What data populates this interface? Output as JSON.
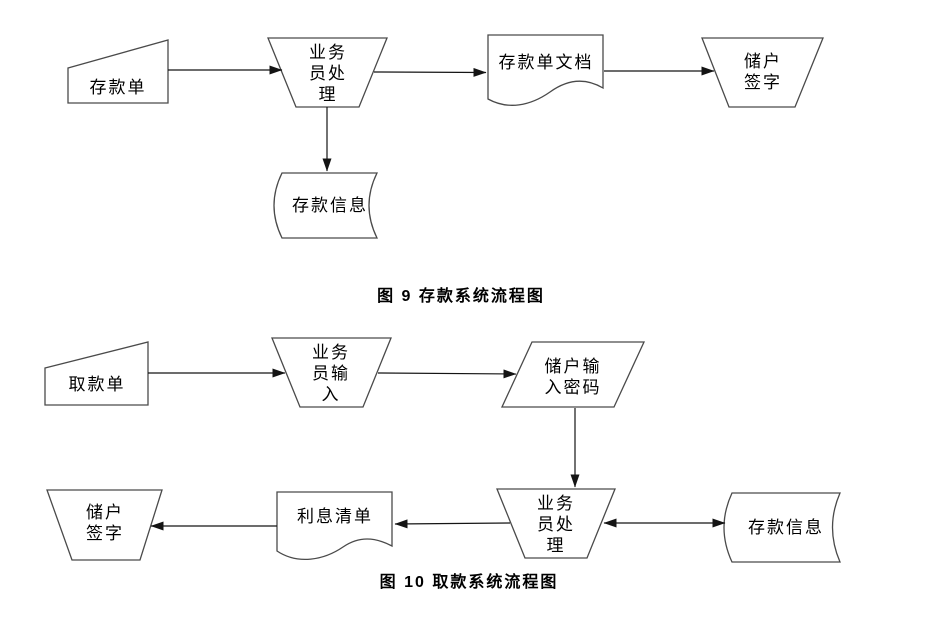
{
  "figure9": {
    "caption": "图 9 存款系统流程图",
    "nodes": {
      "depositSlip": "存款单",
      "clerkProcess": "业务员处理",
      "depositDoc": "存款单文档",
      "depositorSign": "储户签字",
      "depositInfo": "存款信息"
    }
  },
  "figure10": {
    "caption": "图 10 取款系统流程图",
    "nodes": {
      "withdrawSlip": "取款单",
      "clerkInput": "业务员输入",
      "passwordInput": "储户输入密码",
      "clerkProcess": "业务员处理",
      "interestList": "利息清单",
      "depositorSign": "储户签字",
      "depositInfo": "存款信息"
    }
  },
  "colors": {
    "background": "#ffffff",
    "shape_stroke": "#4a4a4a",
    "arrow": "#141414",
    "text": "#000000"
  }
}
